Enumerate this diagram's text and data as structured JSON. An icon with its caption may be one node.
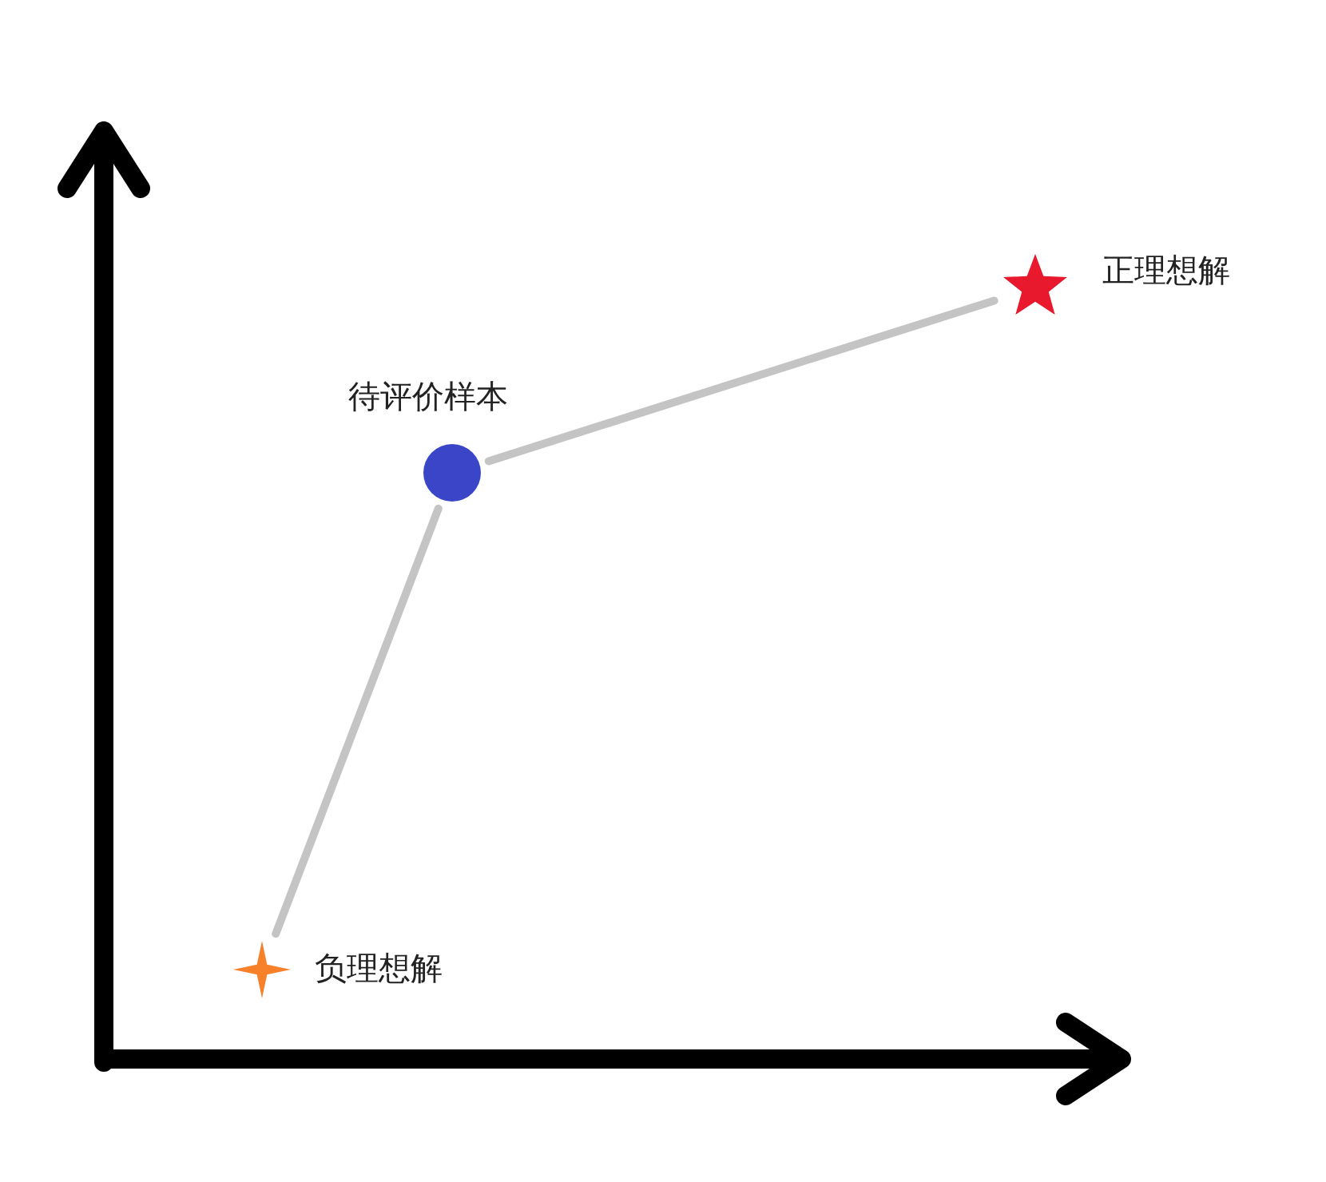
{
  "diagram": {
    "nodes": [
      {
        "text": [],
        "shape": "circle",
        "beside": [
          "待评价样本"
        ]
      },
      {
        "text": [],
        "shape": "star",
        "beside": [
          "正理想解"
        ]
      },
      {
        "text": [],
        "shape": "star",
        "beside": [
          "负理想解"
        ]
      }
    ],
    "edges": [
      {
        "from": 0,
        "to": 1,
        "arrow": "none"
      },
      {
        "from": 0,
        "to": 2,
        "arrow": "none"
      }
    ]
  }
}
